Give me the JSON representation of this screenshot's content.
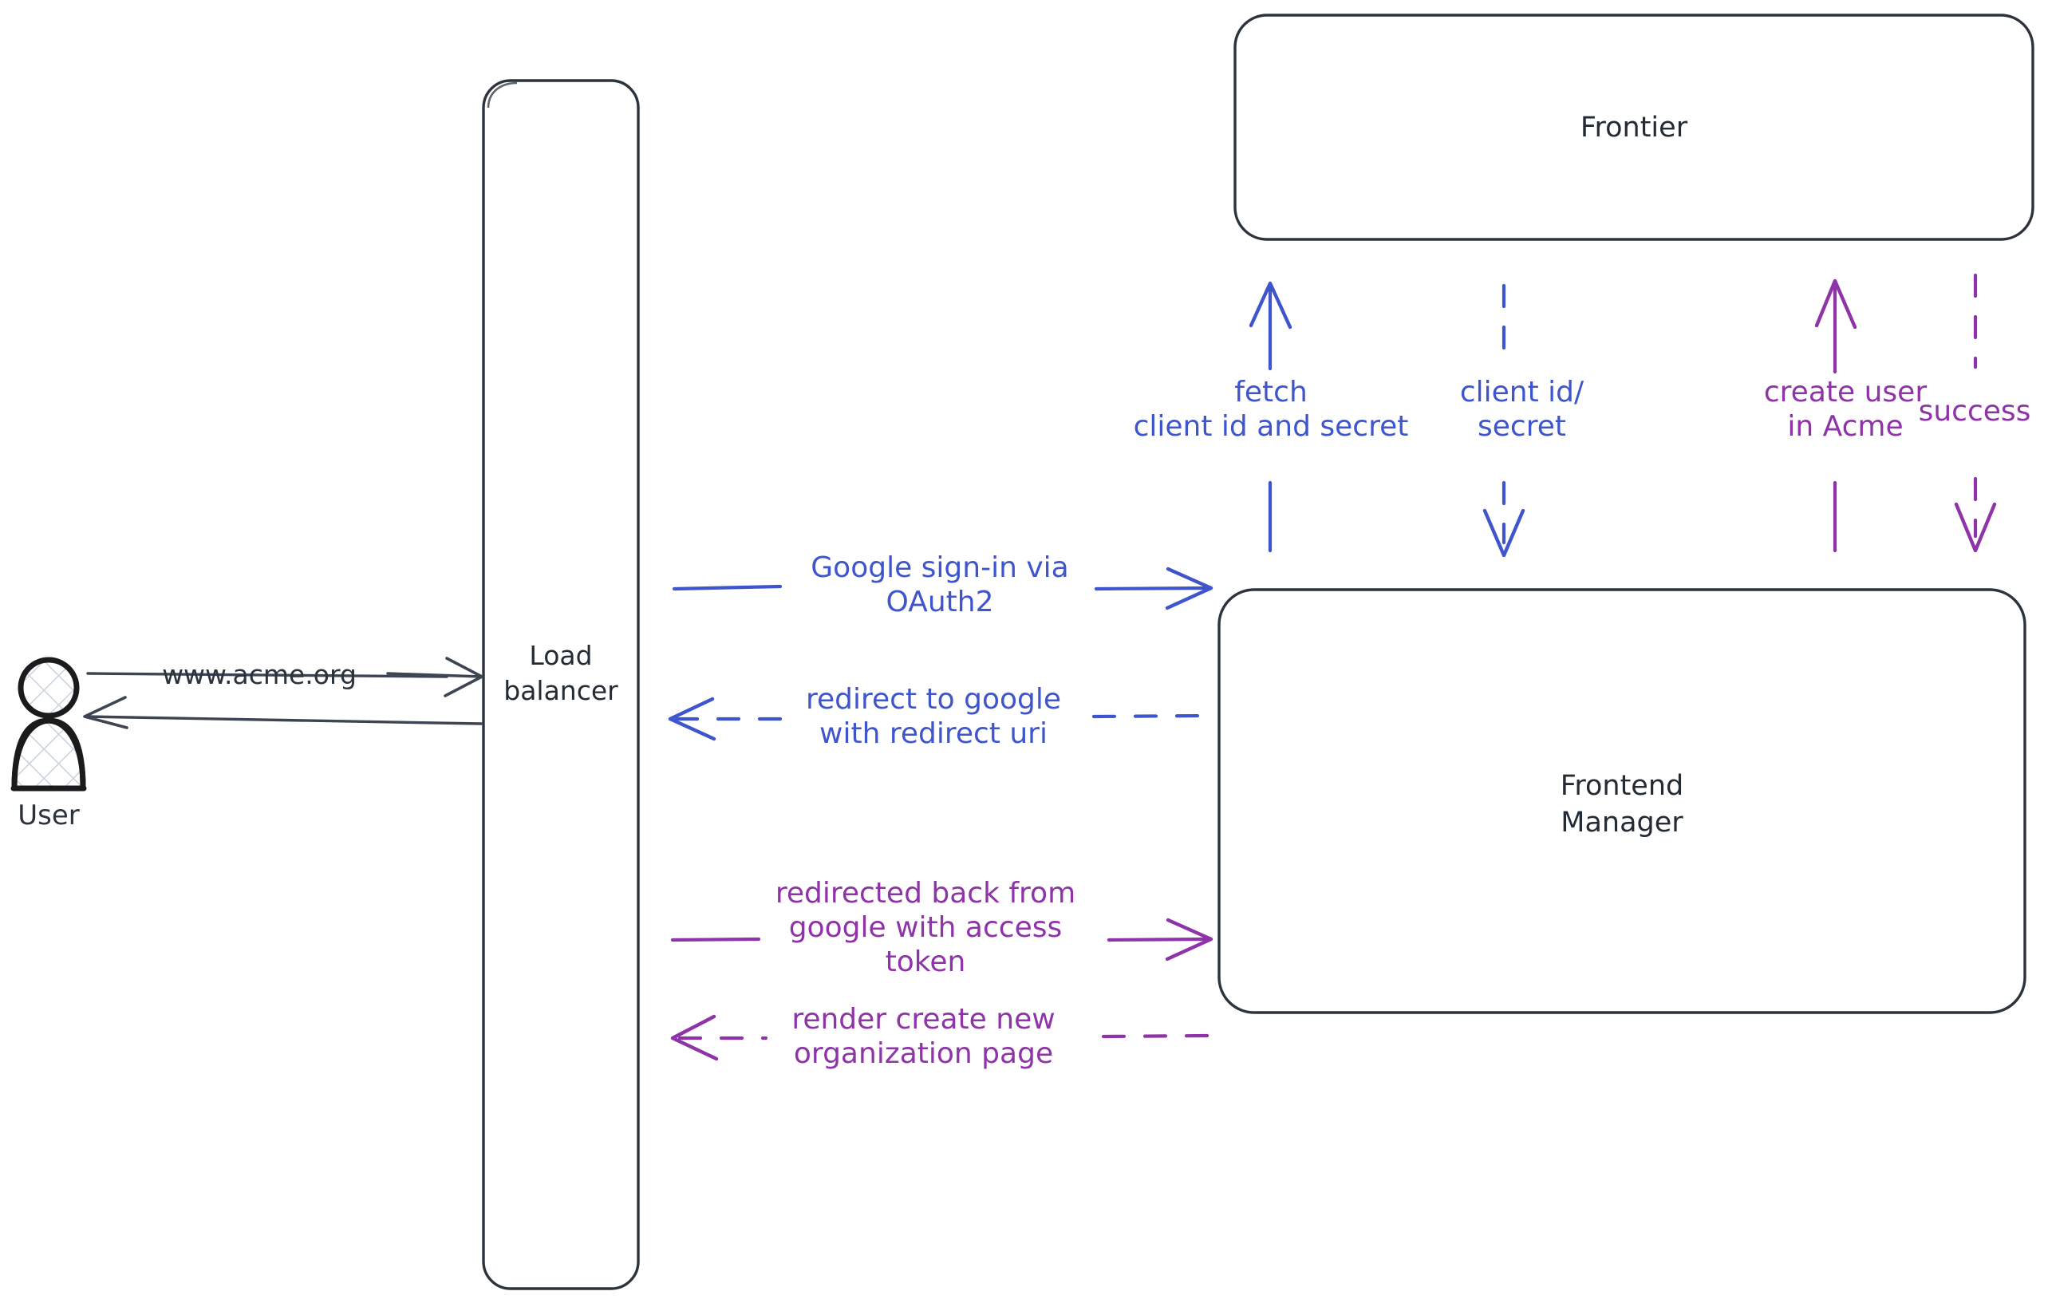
{
  "diagram": {
    "title": "OAuth2 Google sign-in flow",
    "background": "#ffffff",
    "colors": {
      "stroke_dark": "#2b333c",
      "blue": "#3f55cc",
      "purple": "#8e33a8",
      "hatch": "#c9d3de"
    }
  },
  "actors": [
    {
      "id": "user",
      "icon": "person-icon",
      "label": "User"
    }
  ],
  "nodes": [
    {
      "id": "load-balancer",
      "label": "Load\nbalancer",
      "shape": "rounded-rectangle"
    },
    {
      "id": "frontier",
      "label": "Frontier",
      "shape": "rounded-rectangle"
    },
    {
      "id": "frontend-manager",
      "label": "Frontend\nManager",
      "shape": "rounded-rectangle"
    }
  ],
  "edges": [
    {
      "id": "user-to-lb",
      "label": "www.acme.org",
      "color": "dark",
      "style": "solid",
      "direction": "right"
    },
    {
      "id": "lb-to-user",
      "label": "",
      "color": "dark",
      "style": "solid",
      "direction": "left"
    },
    {
      "id": "lb-to-fm-signin",
      "label": "Google sign-in via\nOAuth2",
      "color": "blue",
      "style": "solid",
      "direction": "right"
    },
    {
      "id": "fm-to-lb-redirect",
      "label": "redirect to google\nwith redirect uri",
      "color": "blue",
      "style": "dashed",
      "direction": "left"
    },
    {
      "id": "lb-to-fm-token",
      "label": "redirected back from\ngoogle with access\ntoken",
      "color": "purple",
      "style": "solid",
      "direction": "right"
    },
    {
      "id": "fm-to-lb-render",
      "label": "render create new\norganization page",
      "color": "purple",
      "style": "dashed",
      "direction": "left"
    },
    {
      "id": "fm-to-frontier-fetch",
      "label": "fetch\nclient id and secret",
      "color": "blue",
      "style": "solid",
      "direction": "up"
    },
    {
      "id": "frontier-to-fm-secret",
      "label": "client id/\nsecret",
      "color": "blue",
      "style": "dashed",
      "direction": "down"
    },
    {
      "id": "fm-to-frontier-create-user",
      "label": "create user\nin Acme",
      "color": "purple",
      "style": "solid",
      "direction": "up"
    },
    {
      "id": "frontier-to-fm-success",
      "label": "success",
      "color": "purple",
      "style": "dashed",
      "direction": "down"
    }
  ]
}
